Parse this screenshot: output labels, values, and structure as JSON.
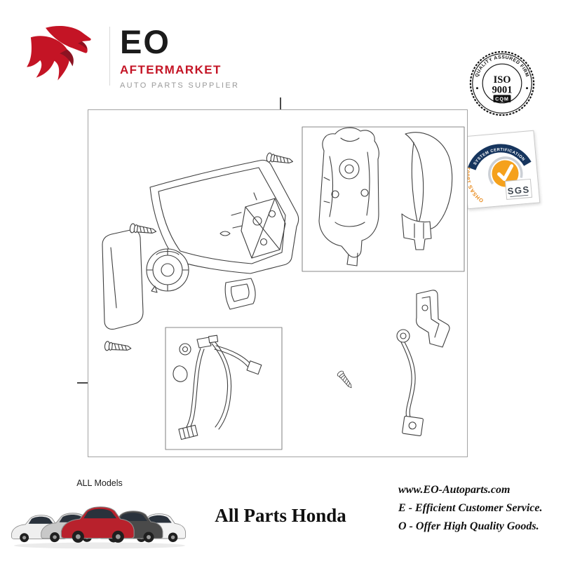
{
  "colors": {
    "brand_red": "#c41425",
    "brand_red_dark": "#8c1322",
    "accent_orange": "#f5a11c",
    "navy": "#16355e",
    "line": "#3f3f3f"
  },
  "header": {
    "logo": {
      "monogram": "EO",
      "brand": "AFTERMARKET",
      "tagline": "AUTO PARTS SUPPLIER",
      "eagle_icon": "eagle"
    },
    "iso_badge": {
      "arc_text": "QUALITY ASSURED FIRM",
      "line1": "ISO",
      "line2": "9001",
      "cqm": "CQM"
    },
    "sgs_badge": {
      "arc_text": "SYSTEM CERTIFICATION",
      "standard": "OHSAS 18001",
      "label": "SGS",
      "check_icon": "✓"
    }
  },
  "footer": {
    "all_models": "ALL Models",
    "title": "All Parts Honda",
    "website": "www.EO-Autoparts.com",
    "line_e": "E - Efficient Customer Service.",
    "line_o": "O - Offer High Quality Goods."
  }
}
